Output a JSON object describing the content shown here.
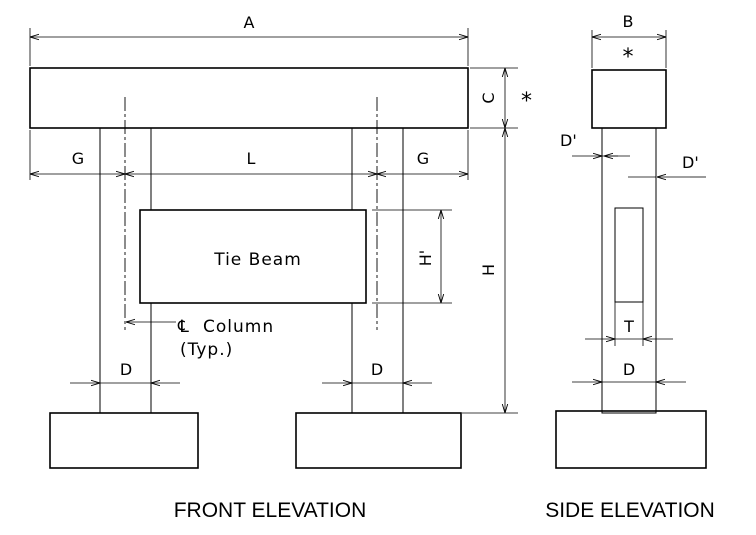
{
  "labels": {
    "A": "A",
    "B": "B",
    "C": "C",
    "G_left": "G",
    "G_right": "G",
    "L": "L",
    "H": "H",
    "H_prime": "H'",
    "D_left": "D",
    "D_right": "D",
    "D_side": "D",
    "D_prime_top": "D'",
    "D_prime_right": "D'",
    "T": "T",
    "star_side": "*",
    "star_top": "*",
    "tie_beam": "Tie Beam",
    "column_note_line1": "Column",
    "column_note_line2": "(Typ.)",
    "centerline_symbol": "℄"
  },
  "titles": {
    "front": "FRONT ELEVATION",
    "side": "SIDE ELEVATION"
  }
}
